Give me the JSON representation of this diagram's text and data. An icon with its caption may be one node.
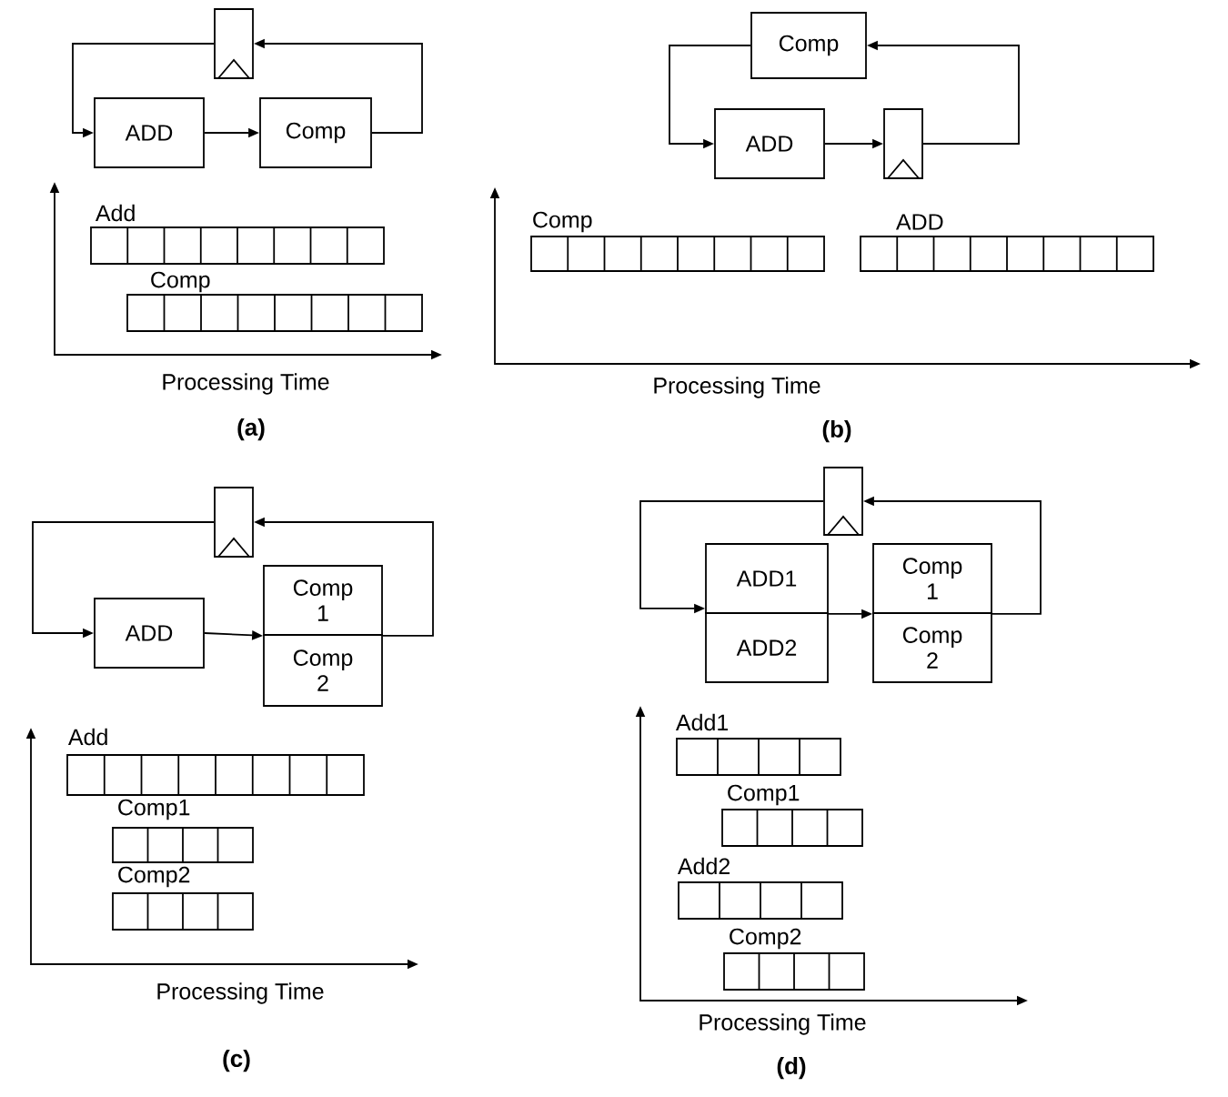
{
  "diagram": {
    "nodes": [
      {
        "text": [],
        "shape": "box"
      },
      {
        "text": [
          "ADD"
        ]
      },
      {
        "text": [
          "Comp"
        ]
      },
      {
        "text": [
          "Comp"
        ]
      },
      {
        "text": [
          "ADD"
        ]
      },
      {
        "text": [],
        "shape": "box"
      },
      {
        "text": [],
        "shape": "box"
      },
      {
        "text": [
          "ADD"
        ]
      },
      {
        "text": [
          "Comp 1"
        ]
      },
      {
        "text": [
          "Comp 2"
        ]
      },
      {
        "text": [],
        "shape": "box"
      },
      {
        "text": [
          "ADD1"
        ]
      },
      {
        "text": [
          "ADD2"
        ]
      },
      {
        "text": [
          "Comp 1"
        ]
      },
      {
        "text": [
          "Comp 2"
        ]
      }
    ],
    "edges": [
      {
        "from": 0,
        "to": 1,
        "arrow": "to"
      },
      {
        "from": 1,
        "to": 2,
        "arrow": "to"
      },
      {
        "from": 2,
        "to": 0,
        "arrow": "to"
      },
      {
        "from": 3,
        "to": 4,
        "arrow": "to"
      },
      {
        "from": 4,
        "to": 5,
        "arrow": "to"
      },
      {
        "from": 5,
        "to": 3,
        "arrow": "to"
      },
      {
        "from": 6,
        "to": 7,
        "arrow": "to"
      },
      {
        "from": 7,
        "to": 8,
        "arrow": "to"
      },
      {
        "from": 8,
        "to": 6,
        "arrow": "to"
      },
      {
        "from": 10,
        "to": 11,
        "arrow": "to"
      },
      {
        "from": 11,
        "to": 13,
        "arrow": "to"
      },
      {
        "from": 13,
        "to": 10,
        "arrow": "to"
      }
    ],
    "labels": [
      "Add",
      "Comp",
      "Processing Time",
      "(a)",
      "Comp",
      "ADD",
      "Processing Time",
      "(b)",
      "Add",
      "Comp1",
      "Comp2",
      "Processing Time",
      "(c)",
      "Add1",
      "Comp1",
      "Add2",
      "Comp2",
      "Processing Time",
      "(d)"
    ]
  }
}
